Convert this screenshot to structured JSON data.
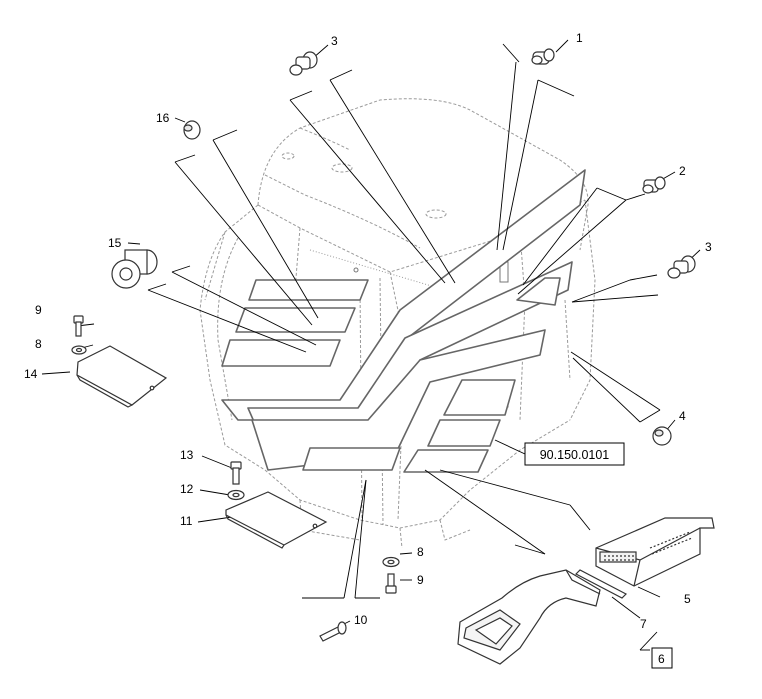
{
  "callouts": {
    "c1": "1",
    "c2": "2",
    "c3a": "3",
    "c3b": "3",
    "c4": "4",
    "c5": "5",
    "c6": "6",
    "c7": "7",
    "c8a": "8",
    "c8b": "8",
    "c9a": "9",
    "c9b": "9",
    "c10": "10",
    "c11": "11",
    "c12": "12",
    "c13": "13",
    "c14": "14",
    "c15": "15",
    "c16": "16"
  },
  "reference": {
    "label": "90.150.0101"
  }
}
